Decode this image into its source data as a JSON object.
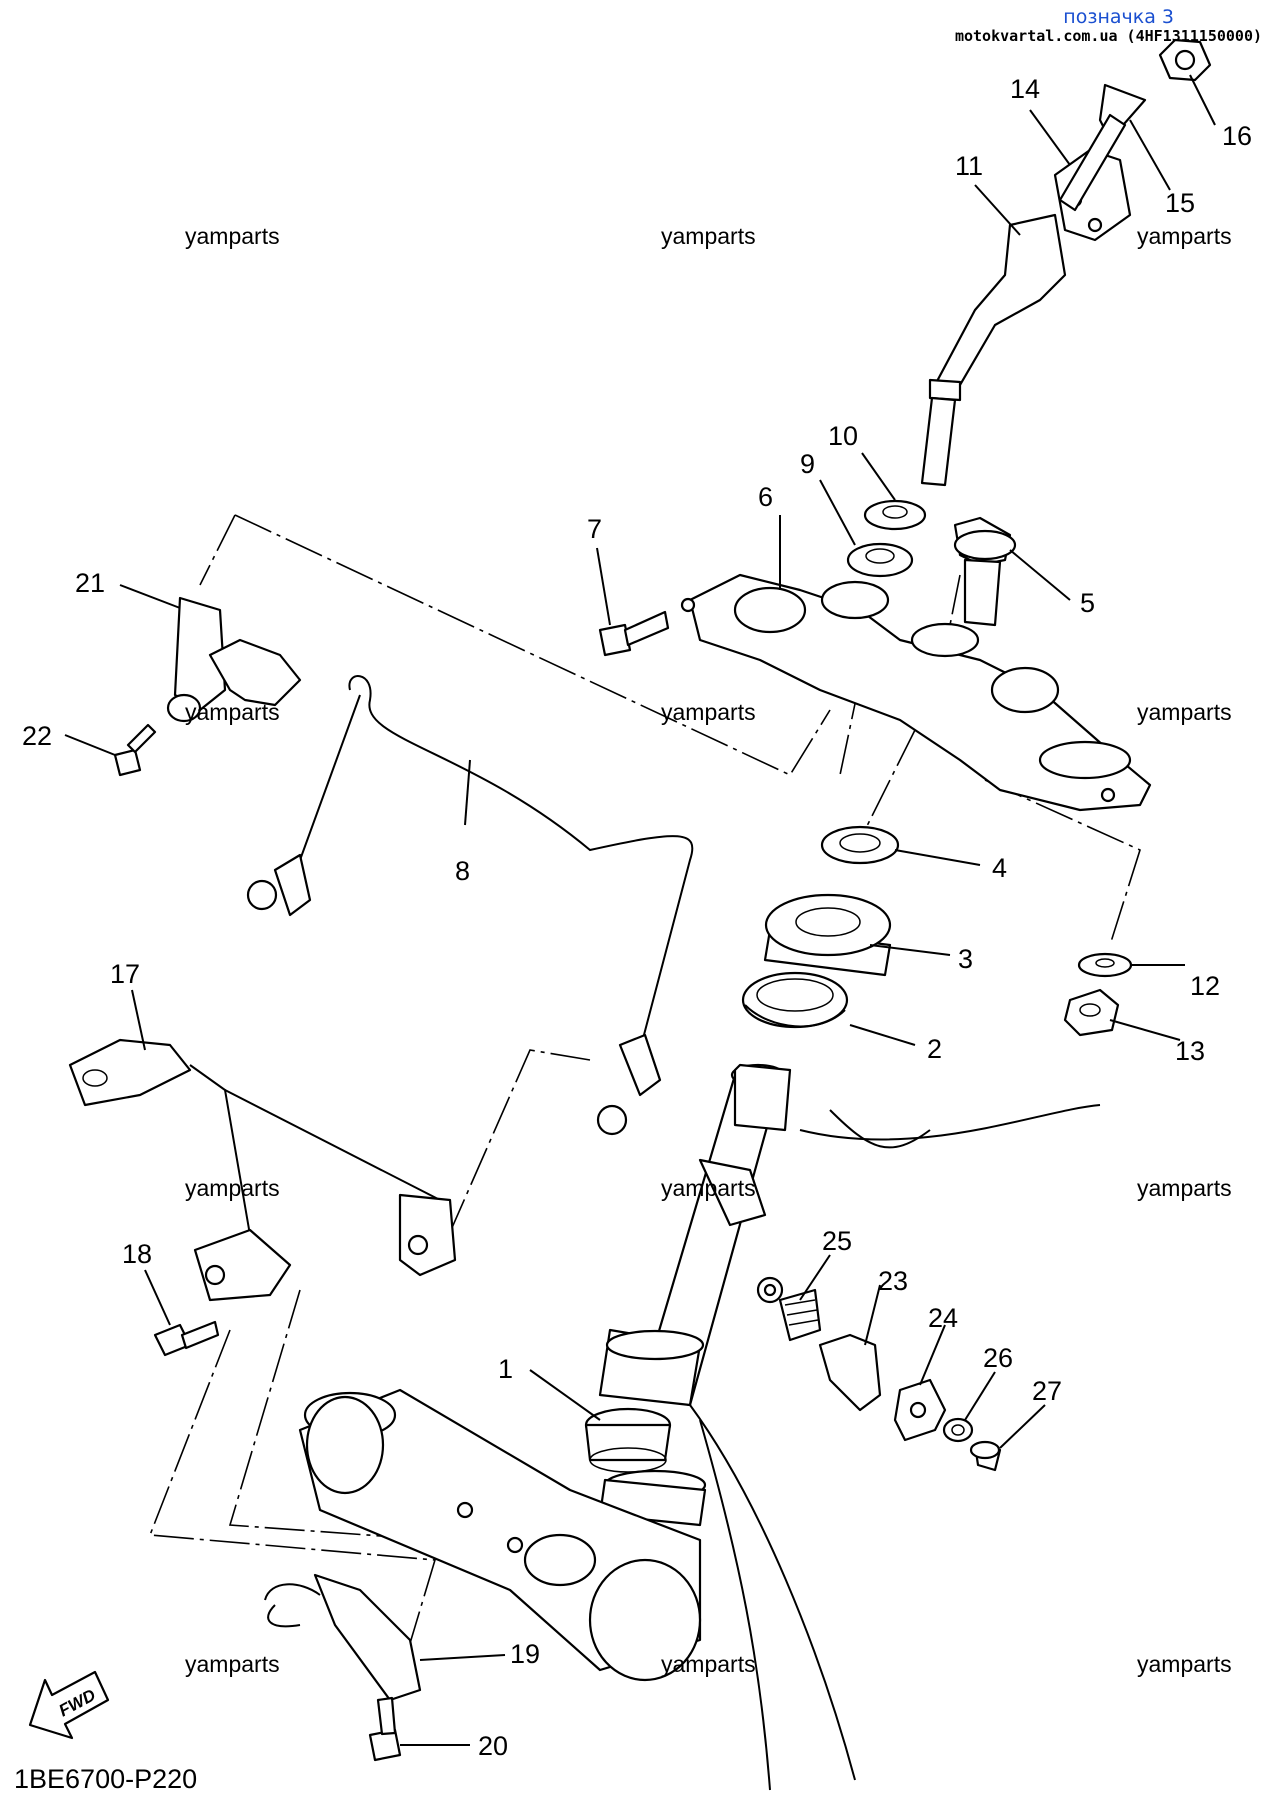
{
  "header": {
    "label": "позначка 3",
    "site": "motokvartal.com.ua (4HF1311150000)"
  },
  "watermark": "yamparts",
  "diagram_code": "1BE6700-P220",
  "fwd_label": "FWD",
  "callouts": [
    "1",
    "2",
    "3",
    "4",
    "5",
    "6",
    "7",
    "8",
    "9",
    "10",
    "11",
    "12",
    "13",
    "14",
    "15",
    "16",
    "17",
    "18",
    "19",
    "20",
    "21",
    "22",
    "23",
    "24",
    "25",
    "26",
    "27"
  ]
}
